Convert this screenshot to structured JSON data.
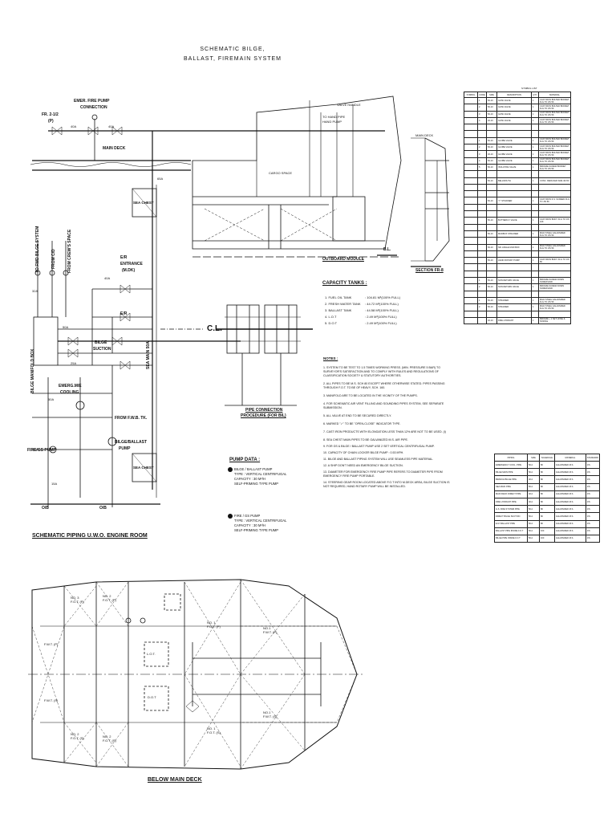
{
  "drawing": {
    "title_line1": "SCHEMATIC BILGE,",
    "title_line2": "BALLAST, FIREMAIN SYSTEM",
    "engine_room_caption": "SCHEMATIC PIPING U.W.O. ENGINE ROOM",
    "below_deck_caption": "BELOW MAIN DECK",
    "pipe_connection_caption_1": "PIPE CONNECTION",
    "pipe_connection_caption_2": "PROCEDURE (FOR BIL)",
    "outboard_caption": "OUTBOARD MODULE",
    "section_caption": "SECTION FR-8"
  },
  "labels": {
    "emer_fire_pump_1": "EMER. FIRE PUMP",
    "emer_fire_pump_2": "CONNECTION",
    "frame": "FR. 2-1/2",
    "frame_p": "(P)",
    "main_deck": "MAIN DECK",
    "sea_chest_1": "SEA CHEST",
    "sea_chest_2": "SEA CHEST",
    "er_entrance_1": "E/R",
    "er_entrance_2": "ENTRANCE",
    "er_entrance_3": "(M.DK)",
    "er": "E/R",
    "bilge_suction_1": "BILGE",
    "bilge_suction_2": "SUCTION",
    "bilge_manifold_box": "BILGE MANIFOLD BOX",
    "emergency_cooling_1": "EMERG.M/E",
    "emergency_cooling_2": "COOLING",
    "from_fwb_tk": "FROM F.W.B. TK.",
    "bilge_ballast_pump_1": "BILGE/BALLAST",
    "bilge_ballast_pump_2": "PUMP",
    "fire_gs_pump": "FIRE/GS PUMP",
    "sea_main": "SEA MAIN 50A",
    "to_fwd_bilge": "TO FWD BILGE SYSTEM",
    "from_c_d": "FROM C/D",
    "from_crew_space": "FROM CREW'S SPACE",
    "obl_1": "O/B",
    "obl_2": "O/B",
    "cl": "C.L.",
    "bl": "B.L.",
    "cargo_space": "CARGO SPACE",
    "valve_handle": "VALVE HANDLE",
    "to_hand_pipe_1": "TO HAND PIPE",
    "to_hand_pipe_2": "HAND PUMP",
    "main_deck_small": "MAIN DECK",
    "40a_1": "40A",
    "40a_2": "40A",
    "40a_3": "40A",
    "50a_1": "50A",
    "50a_2": "50A",
    "25a": "25A",
    "32a": "32A",
    "15a": "15A",
    "65a": "65A"
  },
  "capacity": {
    "title": "CAPACITY TANKS :",
    "rows": [
      {
        "name": "1. FUEL OIL TANK",
        "value": ": 104.81 M³(100% FULL)"
      },
      {
        "name": "2. FRESH WATER TANK",
        "value": ": 44.72 M³(100% FULL)"
      },
      {
        "name": "3. BALLAST TANK",
        "value": ": 44.58 M³(100% FULL)"
      },
      {
        "name": "4. L.O.T",
        "value": ": 2.49  M³(100% FULL)"
      },
      {
        "name": "5. D.O.T",
        "value": ": 2.49  M³(100% FULL)"
      }
    ]
  },
  "notes": {
    "title": "NOTES :",
    "items": [
      "1.  SYSTEM TO BE TEST TO 1.5 TIMES WORKING PRESS. (MIN. PRESSURE 5 BAR) TO SURVEYOR'S SATISFACTION AND TO COMPLY WITH RULES AND REGULATIONS OF CLASSIFICATION SOCIETY & STATUTORY AUTHORITIES.",
      "2.  ALL PIPES TO BE M.S. SCH 80 EXCEPT WHERE OTHERWISE STATED. PIPES PASSING THROUGH F.O.T. TO BE OF HEAVY, SCH. 160.",
      "3.  MANIFOLD ARE TO BE LOCATED IN THE VICINITY OF THE PUMPS.",
      "4.  FOR SCHEMATIC AIR VENT FILLING AND SOUNDING PIPES SYSTEM, SEE SEPARATE SUBMISSION.",
      "5.  ALL VALVE AT END TO BE SECURED DIRECTLY.",
      "6.  MARKED \"✓\" TO BE \"OPEN-CLOSE\" INDICATOR TYPE.",
      "7.  CAST IRON PRODUCTS WITH ELONGATION LESS THAN 12% ARE NOT TO BE USED. (I)",
      "8.  SEA CHEST MAIN PIPES TO BE GALVANIZED M.S. AIR PIPE.",
      "9.  FOR GS & BILGE / BALLAST PUMP USE 2 SET VERTICAL CENTRIFUGAL PUMP.",
      "10. CAPACITY OF CHAIN LOCKER BILGE PUMP : 0.53 M³/H.",
      "11. BILGE AND BALLAST PIPING SYSTEM WILL USE SEAMLESS PIPE MATERIAL.",
      "12. A SHIP DON'T NEED AN EMERGENCY BILGE SUCTION.",
      "13. DIAMETER FOR EMERGENCY FIRE PUMP PIPE REFERS TO DIAMETER PIPE FROM EMERGENCY FIRE PUMP PORTABLE.",
      "14. STEERING GEAR ROOM LOCATED ABOVE F.O.T INTO M.DECK AREA, BILGE SUCTION IS NOT REQUIRED, HAND ROTARY PUMP WILL BE INSTALLED."
    ]
  },
  "pump_data": {
    "title": "PUMP DATA :",
    "pump1": [
      "BILGE / BALLAST PUMP",
      "TYPE      : VERTICAL CENTRIFUGAL",
      "CAPACITY  : 30 M³/H",
      "SELF-PRIMING TYPE PUMP"
    ],
    "pump2": [
      "FIRE / GS PUMP",
      "TYPE      : VERTICAL CENTRIFUGAL",
      "CAPACITY  : 30 M³/H",
      "SELF-PRIMING TYPE PUMP"
    ]
  },
  "symbol_list": {
    "title": "SYMBOL LIST",
    "headers": [
      "SYMBOL",
      "CODE",
      "SIZE",
      "DESCRIPTION",
      "QTY",
      "MATERIAL"
    ],
    "rows": [
      [
        "",
        "1",
        "50-10",
        "GATE VALVE",
        "1",
        "CAST IRON BOLTED BONNET FLG TO JIS 5K"
      ],
      [
        "",
        "2",
        "50-10",
        "GATE VALVE",
        "1",
        "CAST IRON BOLTED BONNET FLG TO JIS 5K"
      ],
      [
        "",
        "3",
        "50-10",
        "GATE VALVE",
        "1",
        "CAST IRON BOLTED BONNET FLG TO JIS 5K"
      ],
      [
        "",
        "4",
        "40-10",
        "GATE VALVE",
        "1",
        "CAST IRON BOLTED BONNET FLG TO JIS 5K"
      ],
      [
        "",
        "",
        "",
        "",
        "",
        ""
      ],
      [
        "",
        "",
        "",
        "",
        "",
        ""
      ],
      [
        "",
        "1",
        "50-10",
        "GLOBE VALVE",
        "1",
        "CAST IRON BOLTED BONNET FLG TO JIS 5K"
      ],
      [
        "",
        "2",
        "50-10",
        "GLOBE VALVE",
        "1",
        "CAST IRON BOLTED BONNET FLG TO JIS 5K"
      ],
      [
        "",
        "3",
        "40-10",
        "GLOBE VALVE",
        "1",
        "CAST IRON BOLTED BONNET FLG TO JIS 5K"
      ],
      [
        "",
        "4",
        "50-10",
        "GLOBE VALVE",
        "1",
        "CAST IRON BOLTED BONNET FLG TO JIS 5K"
      ],
      [
        "",
        "5",
        "50-10",
        "ISOLATING VALVE",
        "1",
        "BRONZE SCREW BONNET FLG TO JIS 5K"
      ],
      [
        "",
        "",
        "",
        "",
        "",
        ""
      ],
      [
        "",
        "",
        "50-10",
        "BELLMOUTH",
        "1",
        "CONC. REDUCER SIZE 40×50"
      ],
      [
        "",
        "",
        "",
        "",
        "",
        ""
      ],
      [
        "",
        "",
        "",
        "",
        "",
        ""
      ],
      [
        "",
        "",
        "50-10",
        "\"Y\" STRAINER",
        "1",
        "CAST IRON & S. SCREEN FLG TO JIS 5K"
      ],
      [
        "",
        "",
        "",
        "",
        "",
        ""
      ],
      [
        "",
        "",
        "",
        "",
        "",
        ""
      ],
      [
        "",
        "",
        "50-10",
        "BUTTERFLY VALVE",
        "1",
        "CAST IRON BODY FLG TO JIS 10K"
      ],
      [
        "",
        "",
        "",
        "",
        "",
        ""
      ],
      [
        "",
        "",
        "50-10",
        "MUDBOX STRAINER",
        "1",
        "MILD STEEL GALVANIZED FLG TO JIS 5K"
      ],
      [
        "",
        "",
        "",
        "",
        "",
        ""
      ],
      [
        "",
        "",
        "50-10",
        "NR. ANGLE MUD BOX",
        "1",
        "MILD STEEL GALVANIZED FLG TO JIS 5K"
      ],
      [
        "",
        "",
        "",
        "",
        "",
        ""
      ],
      [
        "",
        "",
        "50-10",
        "HAND ROTARY PUMP",
        "1",
        "CAST IRON BODY FLG TO JIS 5K"
      ],
      [
        "",
        "",
        "",
        "",
        "",
        ""
      ],
      [
        "",
        "",
        "",
        "",
        "",
        ""
      ],
      [
        "",
        "1",
        "50-10",
        "NON RETURN VALVE",
        "1",
        "BRONZE SCREW DOWN SCREW END"
      ],
      [
        "",
        "2",
        "50-10",
        "NON RETURN VALVE",
        "1",
        "BRONZE SCREW DOWN SCREW END"
      ],
      [
        "",
        "",
        "",
        "",
        "",
        ""
      ],
      [
        "",
        "1",
        "50-10",
        "STRAINER",
        "1",
        "MILD STEEL GALVANIZED FLG TO JIS 5K"
      ],
      [
        "",
        "2",
        "50-10",
        "STRAINER",
        "1",
        "MILD STEEL GALVANIZED FLG TO JIS 5K"
      ],
      [
        "",
        "",
        "",
        "",
        "",
        ""
      ],
      [
        "",
        "",
        "40-10",
        "FIRE HYDRANT",
        "1",
        "BRONZE + 1 SET HOSE & NOZZLE"
      ]
    ]
  },
  "pipe_table": {
    "headers": [
      "PIPING",
      "SIZE",
      "SCHEDULE",
      "MATERIAL",
      "STANDARD"
    ],
    "rows": [
      [
        "EMERGENCY COOL. PIPE",
        "50 A",
        "80",
        "GALVANIZED M.S.",
        "JIS"
      ],
      [
        "BILGE MAIN PIPE",
        "50 A",
        "80",
        "GALVANIZED M.S.",
        "JIS"
      ],
      [
        "BRANCH BILGE PIPE",
        "40 A",
        "80",
        "GALVANIZED M.S.",
        "JIS"
      ],
      [
        "SEA MAIN PIPE",
        "50 A",
        "80",
        "GALVANIZED M.S.",
        "JIS"
      ],
      [
        "MAIN DECK DIRECT PIPE",
        "40 A",
        "80",
        "GALVANIZED M.S.",
        "JIS"
      ],
      [
        "FIRE HYDRANT PIPE",
        "40 A",
        "80",
        "GALVANIZED M.S.",
        "JIS"
      ],
      [
        "G.S. FIRE SYSTEM PIPE",
        "50 A",
        "80",
        "GALVANIZED M.S.",
        "JIS"
      ],
      [
        "DIRECT BILGE SUCTION",
        "50 A",
        "80",
        "GALVANIZED M.S.",
        "JIS"
      ],
      [
        "E.M. BALLAST PIPE",
        "50 A",
        "80",
        "GALVANIZED M.S.",
        "JIS"
      ],
      [
        "BALLAST PIPE INSIDE F.O.T",
        "50 A",
        "160",
        "GALVANIZED M.S.",
        "JIS"
      ],
      [
        "BILGE PIPE INSIDE F.O.T",
        "50 A",
        "160",
        "GALVANIZED M.S.",
        "JIS"
      ]
    ]
  },
  "tanks_plan": {
    "tanks": [
      {
        "id": "no3_p",
        "line1": "NO. 3",
        "line2": "F.O.T. (P)"
      },
      {
        "id": "no2_p",
        "line1": "NO. 2",
        "line2": "F.O.T. (P)"
      },
      {
        "id": "no1_p",
        "line1": "NO. 1",
        "line2": "F.O.T. (P)"
      },
      {
        "id": "no1_fwd_p",
        "line1": "NO.1",
        "line2": "F.W.T. (P)"
      },
      {
        "id": "fwt_p",
        "line1": "F.W.T. (P)",
        "line2": ""
      },
      {
        "id": "lot",
        "line1": "L.O.T.",
        "line2": ""
      },
      {
        "id": "dot",
        "line1": "D.O.T",
        "line2": ""
      },
      {
        "id": "no3_s",
        "line1": "NO. 2",
        "line2": "F.O.T. (S)"
      },
      {
        "id": "no2_s",
        "line1": "NO. 2",
        "line2": "F.O.T. (S)"
      },
      {
        "id": "no1_s",
        "line1": "NO. 1",
        "line2": "F.O.T. (S)"
      },
      {
        "id": "no1_fwd_s",
        "line1": "NO.1",
        "line2": "F.W.T. (S)"
      },
      {
        "id": "fwt_s",
        "line1": "F.W.T. (S)",
        "line2": ""
      }
    ]
  },
  "colors": {
    "ink": "#111111",
    "paper": "#ffffff"
  }
}
